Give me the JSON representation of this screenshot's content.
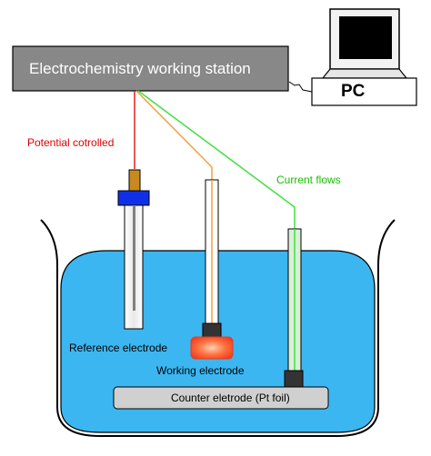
{
  "station": {
    "label": "Electrochemistry working station"
  },
  "computer": {
    "label": "PC"
  },
  "annotations": {
    "potential": "Potential cotrolled",
    "current": "Current flows"
  },
  "electrodes": {
    "reference": "Reference electrode",
    "working": "Working electrode",
    "counter": "Counter eletrode (Pt foil)"
  },
  "colors": {
    "station_fill": "#888888",
    "electrolyte": "#3cb6f0",
    "reference_wire": "#e02020",
    "working_wire": "#f0a040",
    "counter_wire": "#40e040",
    "working_tip": "#ff5030",
    "counter_plate": "#d0d0d0"
  }
}
